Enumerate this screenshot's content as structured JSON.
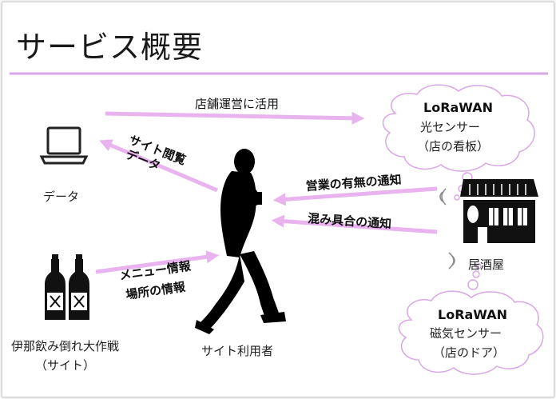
{
  "title": "サービス概要",
  "colors": {
    "accent": "#d9a6e6",
    "arrow": "#e8b3ef",
    "ink": "#111111"
  },
  "edges": {
    "store_usage": "店舗運営に活用",
    "site_browse_line1": "サイト閲覧",
    "site_browse_line2": "データ",
    "open_notify": "営業の有無の通知",
    "crowd_notify": "混み具合の通知",
    "menu_line1": "メニュー情報",
    "menu_line2": "場所の情報"
  },
  "nodes": {
    "laptop": {
      "label": "データ",
      "icon": "laptop-icon"
    },
    "bottles": {
      "label_line1": "伊那飲み倒れ大作戦",
      "label_line2": "（サイト）",
      "icon": "sake-bottles-icon"
    },
    "user": {
      "label": "サイト利用者",
      "icon": "walking-person-icon"
    },
    "izakaya": {
      "label": "居酒屋",
      "icon": "izakaya-house-icon"
    },
    "light_sensor": {
      "brand": "LoRaWAN",
      "line1": "光センサー",
      "line2": "（店の看板）"
    },
    "magnet_sensor": {
      "brand": "LoRaWAN",
      "line1": "磁気センサー",
      "line2": "（店のドア）"
    }
  }
}
